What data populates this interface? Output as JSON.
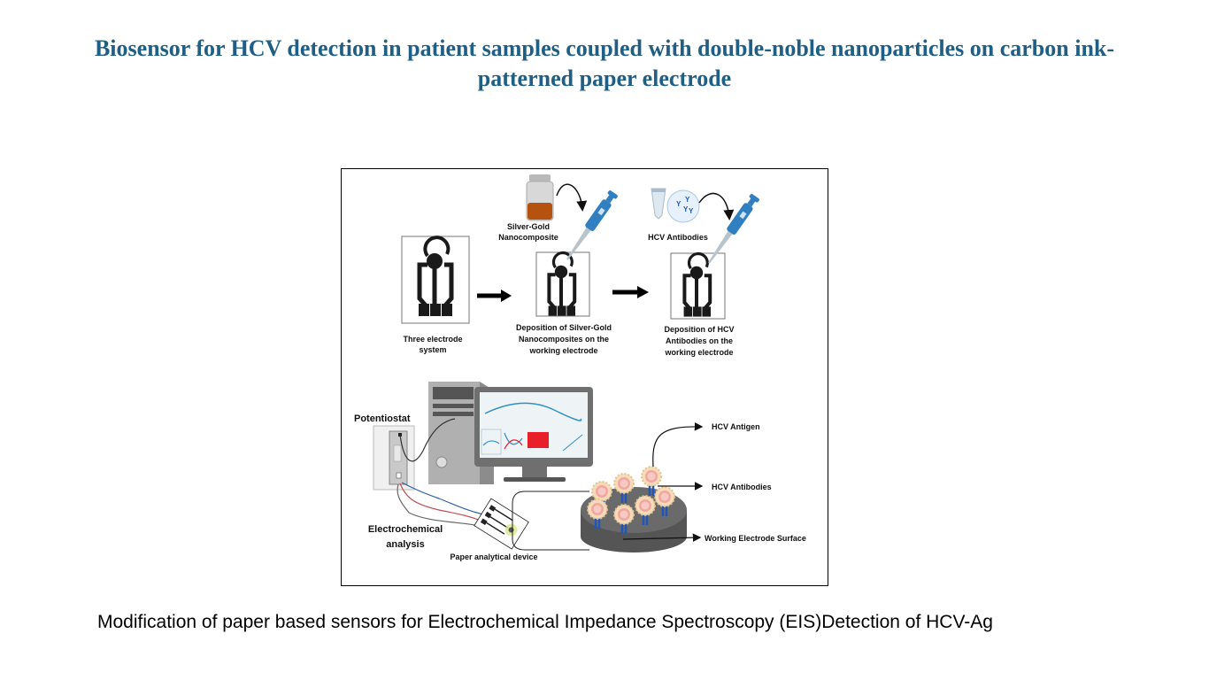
{
  "page": {
    "title_line1": "Biosensor for HCV detection in patient samples coupled with double-noble nanoparticles on carbon ink-",
    "title_line2": "patterned paper electrode",
    "caption": "Modification of paper based sensors for Electrochemical Impedance Spectroscopy (EIS)Detection of HCV-Ag"
  },
  "colors": {
    "title": "#1f5e85",
    "pipette_blue": "#2f7fc1",
    "antibody_blue": "#1f56b8",
    "nanocomposite_orange": "#b5520f",
    "electrode_black": "#1a1a1a",
    "signal_red": "#e8202a"
  },
  "diagram": {
    "steps": [
      {
        "label_line1": "Three electrode",
        "label_line2": "system",
        "label_line3": ""
      },
      {
        "label_line1": "Deposition of Silver-Gold",
        "label_line2": "Nanocomposites on the",
        "label_line3": "working electrode"
      },
      {
        "label_line1": "Deposition of HCV",
        "label_line2": "Antibodies on the",
        "label_line3": "working electrode"
      }
    ],
    "reagents": [
      {
        "label_line1": "Silver-Gold",
        "label_line2": "Nanocomposite"
      },
      {
        "label_line1": "HCV Antibodies",
        "label_line2": ""
      }
    ],
    "setup": {
      "potentiostat": "Potentiostat",
      "analysis_line1": "Electrochemical",
      "analysis_line2": "analysis",
      "device": "Paper analytical device"
    },
    "surface_labels": {
      "antigen": "HCV Antigen",
      "antibodies": "HCV Antibodies",
      "surface": "Working Electrode Surface"
    }
  }
}
